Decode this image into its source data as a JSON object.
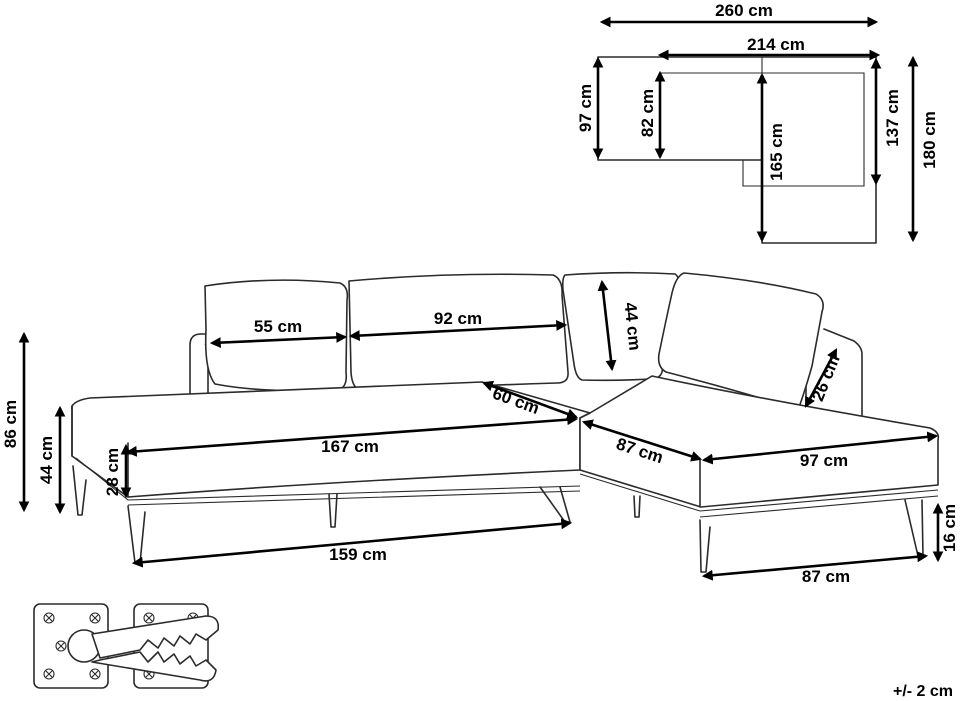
{
  "plan_view": {
    "total_width": "260 cm",
    "inner_width": "214 cm",
    "chaise_depth": "97 cm",
    "seat_depth_left": "82 cm",
    "corner_depth": "165 cm",
    "right_seat_depth": "137 cm",
    "total_depth": "180 cm"
  },
  "front_view": {
    "height": "86 cm",
    "seat_height": "44 cm",
    "seat_cushion_height": "28 cm",
    "back_cushion_width": "55 cm",
    "back_cushion_wide": "92 cm",
    "back_cushion_height": "44 cm",
    "chaise_length": "167 cm",
    "chaise_width": "60 cm",
    "right_depth": "87 cm",
    "right_length": "97 cm",
    "armrest_height": "26 cm",
    "leg_span_left": "159 cm",
    "leg_span_right": "87 cm",
    "leg_height": "16 cm"
  },
  "tolerance": "+/- 2 cm"
}
